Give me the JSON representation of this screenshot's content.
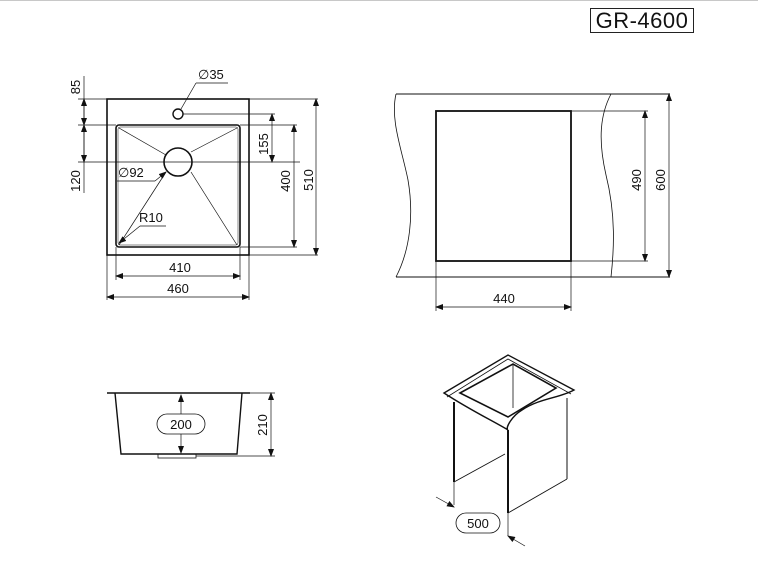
{
  "model": "GR-4600",
  "top_view": {
    "dims": {
      "tap_hole_diameter": "∅35",
      "drain_diameter": "∅92",
      "corner_radius": "R10",
      "offset_85": "85",
      "offset_120": "120",
      "tap_to_drain_155": "155",
      "bowl_length_400": "400",
      "overall_length_510": "510",
      "bowl_width_410": "410",
      "overall_width_460": "460"
    }
  },
  "cabinet_view": {
    "dims": {
      "cutout_490": "490",
      "cabinet_600": "600",
      "cutout_width_440": "440"
    }
  },
  "side_view": {
    "dims": {
      "bowl_depth_200": "200",
      "total_depth_210": "210"
    }
  },
  "iso_view": {
    "dims": {
      "cabinet_width_500": "500"
    }
  },
  "colors": {
    "line": "#111111",
    "thin": "#444444"
  }
}
